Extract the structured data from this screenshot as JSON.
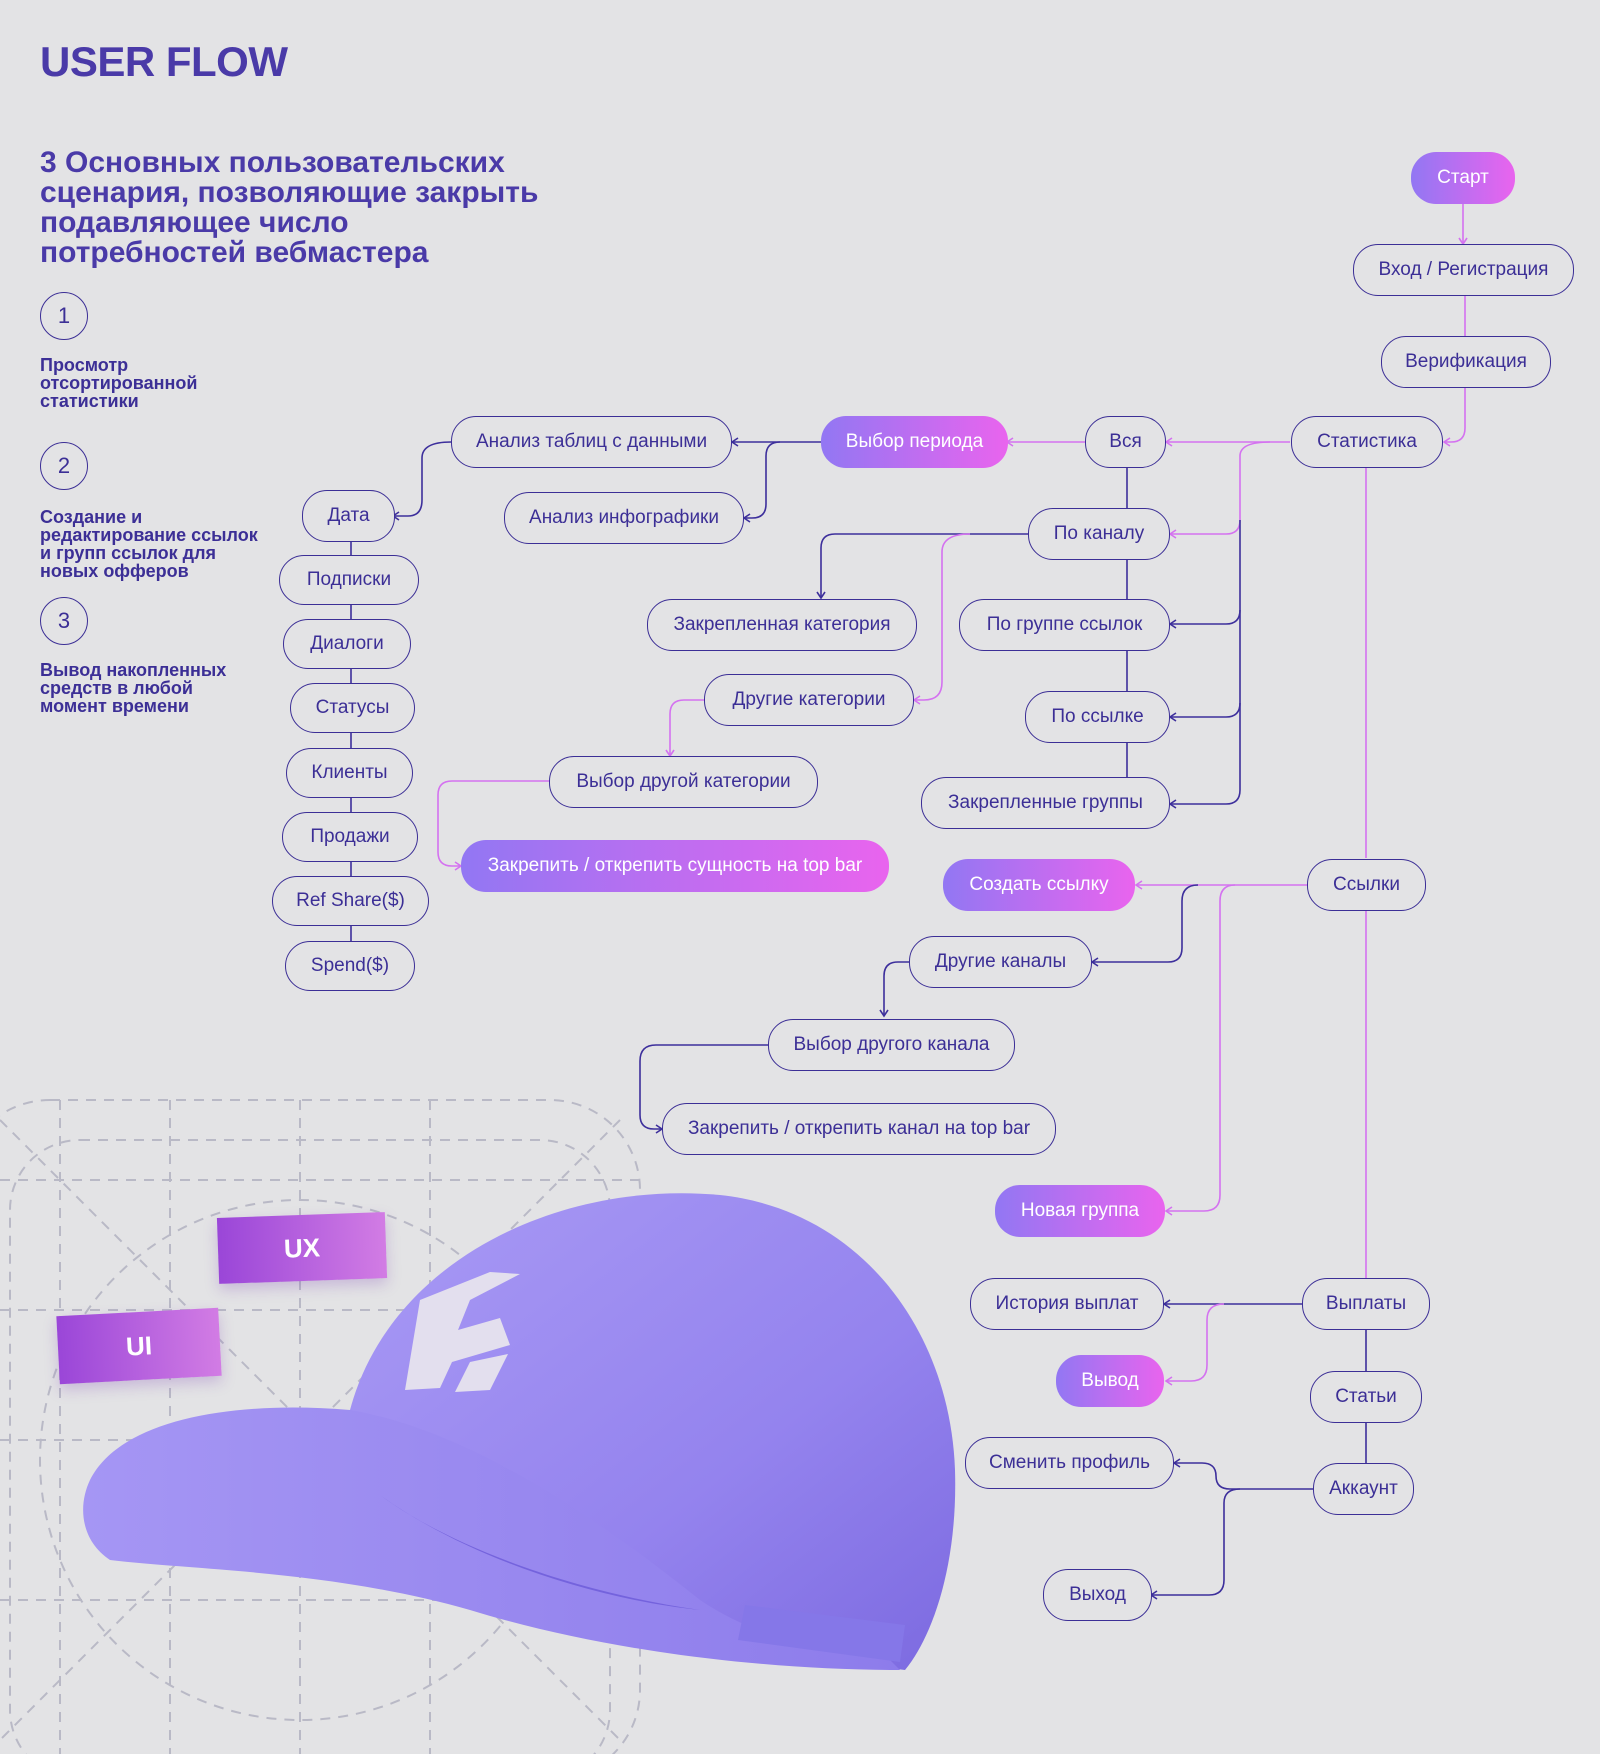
{
  "header": {
    "title": "USER FLOW",
    "subtitle": "3 Основных пользовательских сценария, позволяющие закрыть подавляющее число потребностей вебмастера"
  },
  "steps": [
    {
      "num": "1",
      "text": "Просмотр отсортированной статистики"
    },
    {
      "num": "2",
      "text": "Создание и редактирование ссылок и групп ссылок для новых офферов"
    },
    {
      "num": "3",
      "text": "Вывод накопленных средств в любой момент времени"
    }
  ],
  "nodes": {
    "start": "Старт",
    "login": "Вход / Регистрация",
    "verify": "Верификация",
    "stats": "Статистика",
    "all": "Вся",
    "period": "Выбор периода",
    "tables": "Анализ таблиц с данными",
    "infographics": "Анализ инфографики",
    "date": "Дата",
    "subs": "Подписки",
    "dialogs": "Диалоги",
    "statuses": "Статусы",
    "clients": "Клиенты",
    "sales": "Продажи",
    "refshare": "Ref Share($)",
    "spend": "Spend($)",
    "bychannel": "По каналу",
    "pinnedcat": "Закрепленная категория",
    "othercats": "Другие категории",
    "choosecat": "Выбор другой категории",
    "pinentity": "Закрепить /  открепить сущность на top bar",
    "bygroup": "По группе ссылок",
    "bylink": "По ссылке",
    "pinnedgroups": "Закрепленные группы",
    "links": "Ссылки",
    "createlink": "Создать ссылку",
    "otherchannels": "Другие каналы",
    "choosechannel": "Выбор другого канала",
    "pinchannel": "Закрепить /  открепить канал на top bar",
    "newgroup": "Новая группа",
    "payouts": "Выплаты",
    "history": "История выплат",
    "withdraw": "Вывод",
    "articles": "Статьи",
    "account": "Аккаунт",
    "changeprofile": "Сменить профиль",
    "logout": "Выход"
  },
  "tags": {
    "ux": "UX",
    "ui": "UI"
  },
  "colors": {
    "text": "#3c2f96",
    "line_dark": "#3d2f9c",
    "line_pink": "#d472f0",
    "fill_start": "#9277f3",
    "fill_end": "#e964ee",
    "background": "#e3e3e5",
    "cap": "#9c8ef2"
  },
  "icons": [
    "cap-logo-icon",
    "arrow-icon"
  ]
}
